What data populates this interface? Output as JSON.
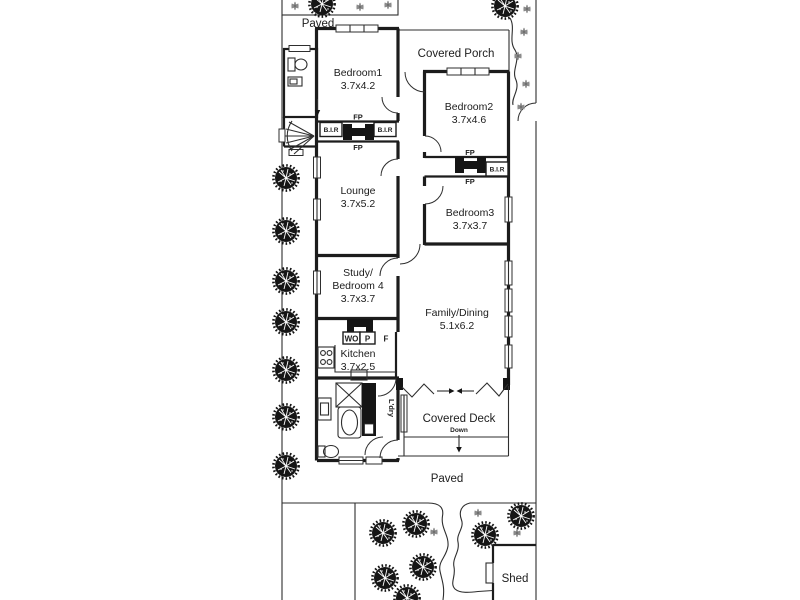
{
  "plan": {
    "type": "floor-plan",
    "colors": {
      "background": "#ffffff",
      "wall": "#1c1c1c",
      "thin_line": "#2e2e2e",
      "tree_fill": "#151515",
      "shrub_fill": "#8a8a8a",
      "text": "#1c1c1c"
    },
    "areas": {
      "paved_top": "Paved",
      "covered_porch": "Covered Porch",
      "covered_deck": "Covered Deck",
      "deck_down": "Down",
      "paved_bottom": "Paved",
      "shed": "Shed",
      "laundry": "L'dry"
    },
    "rooms": [
      {
        "id": "bedroom1",
        "name": "Bedroom1",
        "size": "3.7x4.2"
      },
      {
        "id": "bedroom2",
        "name": "Bedroom2",
        "size": "3.7x4.6"
      },
      {
        "id": "lounge",
        "name": "Lounge",
        "size": "3.7x5.2"
      },
      {
        "id": "bedroom3",
        "name": "Bedroom3",
        "size": "3.7x3.7"
      },
      {
        "id": "study_bedroom4",
        "name": "Study/",
        "name_line2": "Bedroom 4",
        "size": "3.7x3.7"
      },
      {
        "id": "family_dining",
        "name": "Family/Dining",
        "size": "5.1x6.2"
      },
      {
        "id": "kitchen",
        "name": "Kitchen",
        "size": "3.7x2.5"
      }
    ],
    "fixtures": {
      "fireplace": "FP",
      "built_in_robe": "B.I.R",
      "wall_oven": "WO",
      "pantry": "P",
      "fridge": "F"
    },
    "icons": {
      "tree-icon": "dark round garden tree (filled textured circle)",
      "shrub-icon": "small grey starburst shrub",
      "toilet-icon": "toilet with cistern",
      "bathtub-icon": "bathtub with inner oval",
      "shower-icon": "square shower base with X",
      "cooktop-icon": "cooktop with 4 burners",
      "sink-icon": "kitchen sink",
      "vanity-icon": "vanity basin",
      "stairs-icon": "fan of entry steps",
      "door-arc-icon": "door swing arc",
      "window-icon": "window (white bar in wall)",
      "down-arrow-icon": "downward step arrow",
      "zigzag-icon": "open bi-fold wall zigzag with opposing arrows"
    }
  }
}
